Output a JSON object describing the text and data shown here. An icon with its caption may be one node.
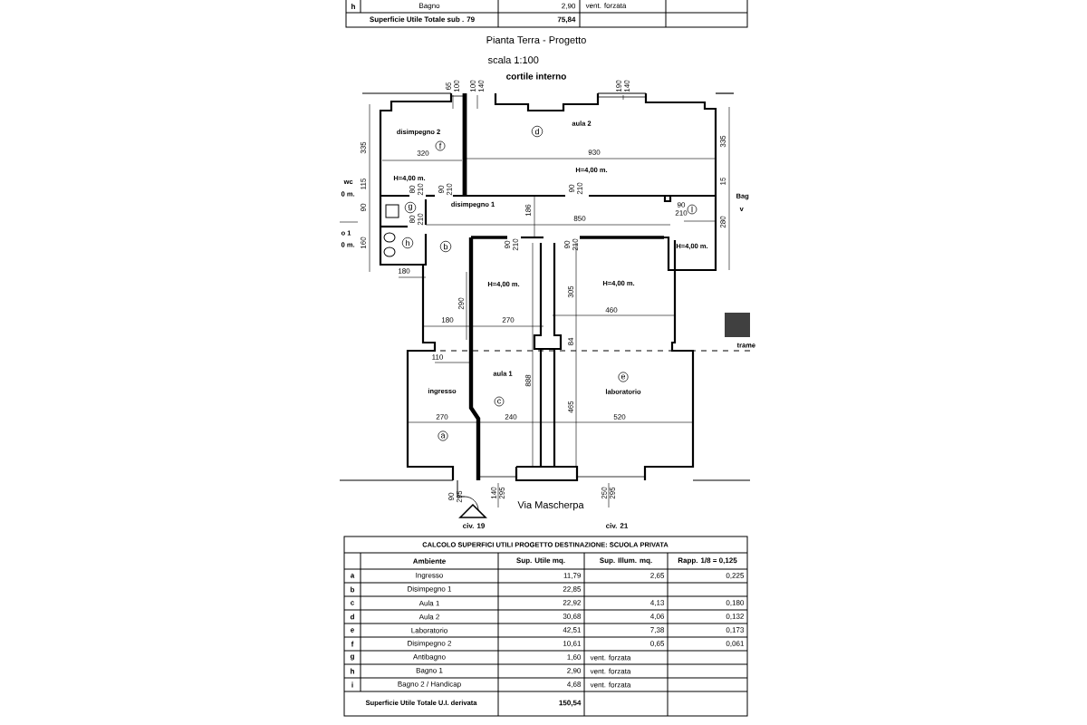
{
  "diagram": {
    "title": "Pianta Terra - Progetto",
    "labels": [
      "h",
      "Bagno",
      "2,90",
      "vent. forzata",
      "Superficie Utile Totale sub . 79",
      "75,84",
      "scala 1:100",
      "cortile interno",
      "65",
      "100",
      "100",
      "140",
      "190",
      "140",
      "disimpegno 2",
      "f",
      "aula 2",
      "d",
      "335",
      "320",
      "930",
      "335",
      "H=4,00 m.",
      "H=4,00 m.",
      "wc",
      "0 m.",
      "115",
      "80",
      "210",
      "90",
      "210",
      "90",
      "210",
      "15",
      "Bag",
      "v",
      "90",
      "g",
      "disimpegno 1",
      "90",
      "210",
      "l",
      "80",
      "210",
      "186",
      "850",
      "280",
      "o 1",
      "0 m.",
      "160",
      "h",
      "b",
      "90",
      "210",
      "90",
      "210",
      "H=4,00 m.",
      "180",
      "H=4,00 m.",
      "H=4,00 m.",
      "305",
      "290",
      "460",
      "180",
      "270",
      "trame",
      "84",
      "110",
      "888",
      "aula 1",
      "e",
      "ingresso",
      "laboratorio",
      "c",
      "465",
      "270",
      "240",
      "520",
      "a",
      "90",
      "295",
      "140",
      "295",
      "250",
      "295",
      "Via Mascherpa",
      "civ. 19",
      "civ. 21",
      "CALCOLO SUPERFICI UTILI PROGETTO DESTINAZIONE: SCUOLA PRIVATA",
      "Ambiente",
      "Sup. Utile mq.",
      "Sup. Illum. mq.",
      "Rapp. 1/8 = 0,125",
      "a",
      "Ingresso",
      "11,79",
      "2,65",
      "0,225",
      "b",
      "Disimpegno 1",
      "22,85",
      "c",
      "Aula 1",
      "22,92",
      "4,13",
      "0,180",
      "d",
      "Aula 2",
      "30,68",
      "4,06",
      "0,132",
      "e",
      "Laboratorio",
      "42,51",
      "7,38",
      "0,173",
      "f",
      "Disimpegno 2",
      "10,61",
      "0,65",
      "0,061",
      "g",
      "Antibagno",
      "1,60",
      "vent. forzata",
      "h",
      "Bagno 1",
      "2,90",
      "vent. forzata",
      "i",
      "Bagno 2 / Handicap",
      "4,68",
      "vent. forzata",
      "Superficie Utile Totale U.I. derivata",
      "150,54"
    ]
  }
}
